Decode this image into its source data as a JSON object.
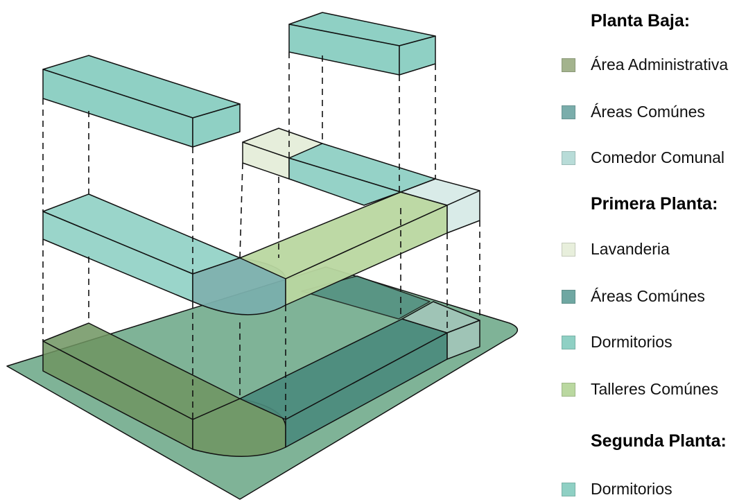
{
  "colors": {
    "base_plate": "#7fb397",
    "admin_area": "#6f9460",
    "common_areas_ground": "#4a8a7c",
    "dining_ground": "#a9c9c0",
    "laundry": "#e6eedb",
    "common_areas_first": "#7aafac",
    "dormitories": "#8fd0c4",
    "workshops": "#b9d7a0",
    "dining_first": "#d5e9e6"
  },
  "legend": {
    "groups": [
      {
        "heading": "Planta Baja:",
        "items": [
          {
            "label": "Área Administrativa",
            "color": "#a3b38d"
          },
          {
            "label": "Áreas Comúnes",
            "color": "#7aadab"
          },
          {
            "label": "Comedor Comunal",
            "color": "#b8dcd8"
          }
        ]
      },
      {
        "heading": "Primera Planta:",
        "items": [
          {
            "label": "Lavanderia",
            "color": "#e8efdc"
          },
          {
            "label": "Áreas Comúnes",
            "color": "#6fa7a2"
          },
          {
            "label": "Dormitorios",
            "color": "#8fd0c4"
          },
          {
            "label": "Talleres Comúnes",
            "color": "#bad8a0"
          }
        ]
      },
      {
        "heading": "Segunda Planta:",
        "items": [
          {
            "label": "Dormitorios",
            "color": "#8fd0c4"
          }
        ]
      }
    ]
  }
}
